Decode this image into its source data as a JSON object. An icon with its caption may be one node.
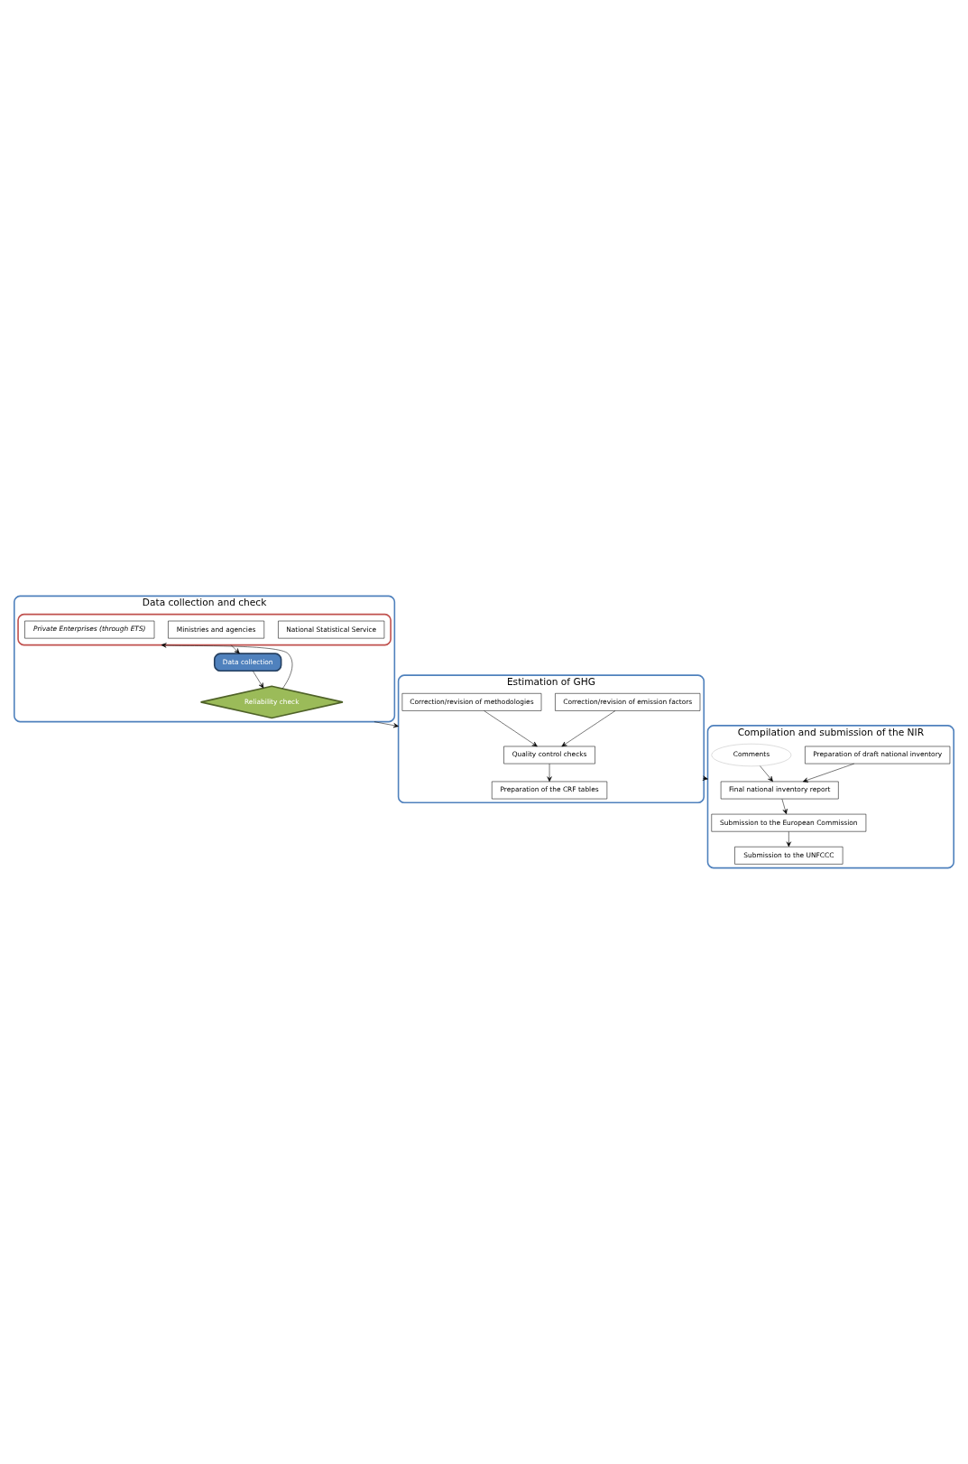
{
  "diagram": {
    "nodes": [
      {
        "text": [
          "Data collection and check"
        ]
      },
      {
        "text": [],
        "shape": "box",
        "in": 0
      },
      {
        "text": [
          "National Statistical Service"
        ],
        "in": 1
      },
      {
        "text": [
          "Ministries and agencies"
        ],
        "in": 1
      },
      {
        "text": [
          "Private Enterprises (through ETS)"
        ],
        "in": 1
      },
      {
        "text": [
          "Data collection"
        ],
        "in": 0
      },
      {
        "text": [
          "Reliability check"
        ],
        "in": 0
      },
      {
        "text": [
          "Estimation of GHG"
        ]
      },
      {
        "text": [
          "Correction/revision of emission factors"
        ],
        "in": 7
      },
      {
        "text": [
          "Correction/revision of methodologies"
        ],
        "in": 7
      },
      {
        "text": [
          "Quality control checks"
        ],
        "in": 7
      },
      {
        "text": [
          "Preparation of the CRF tables"
        ],
        "in": 7
      },
      {
        "text": [
          "Compilation and submission of the NIR"
        ]
      },
      {
        "text": [
          "Preparation of draft national inventory"
        ],
        "in": 12
      },
      {
        "text": [
          "Comments"
        ],
        "in": 12
      },
      {
        "text": [
          "Final national inventory report"
        ],
        "in": 12
      },
      {
        "text": [
          "Submission to the European Commission"
        ],
        "in": 12
      },
      {
        "text": [
          "Submission to the UNFCCC"
        ],
        "in": 12
      }
    ],
    "edges": [
      {
        "from": 1,
        "to": 5,
        "arrow": "to"
      },
      {
        "from": 5,
        "to": 6,
        "arrow": "to"
      },
      {
        "from": 6,
        "to": 1,
        "arrow": "to"
      },
      {
        "from": 0,
        "to": 7,
        "arrow": "to"
      },
      {
        "from": 8,
        "to": 10,
        "arrow": "to"
      },
      {
        "from": 9,
        "to": 10,
        "arrow": "to"
      },
      {
        "from": 10,
        "to": 11,
        "arrow": "to"
      },
      {
        "from": 7,
        "to": 12,
        "arrow": "to"
      },
      {
        "from": 13,
        "to": 15,
        "arrow": "to"
      },
      {
        "from": 14,
        "to": 15,
        "arrow": "to"
      },
      {
        "from": 15,
        "to": 16,
        "arrow": "to"
      },
      {
        "from": 16,
        "to": 17,
        "arrow": "to"
      }
    ]
  }
}
